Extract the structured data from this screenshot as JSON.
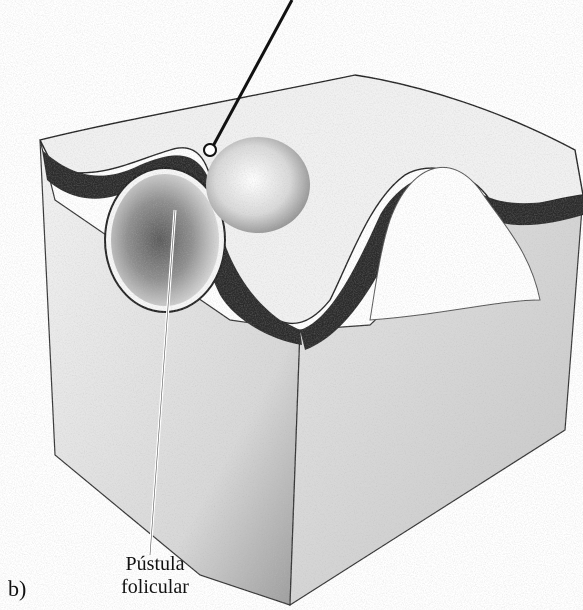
{
  "figure": {
    "panel_letter": "b)",
    "callout_label": {
      "line1": "Pústula",
      "line2": "folicular"
    },
    "colors": {
      "ink": "#111111",
      "paper": "#ffffff"
    }
  }
}
